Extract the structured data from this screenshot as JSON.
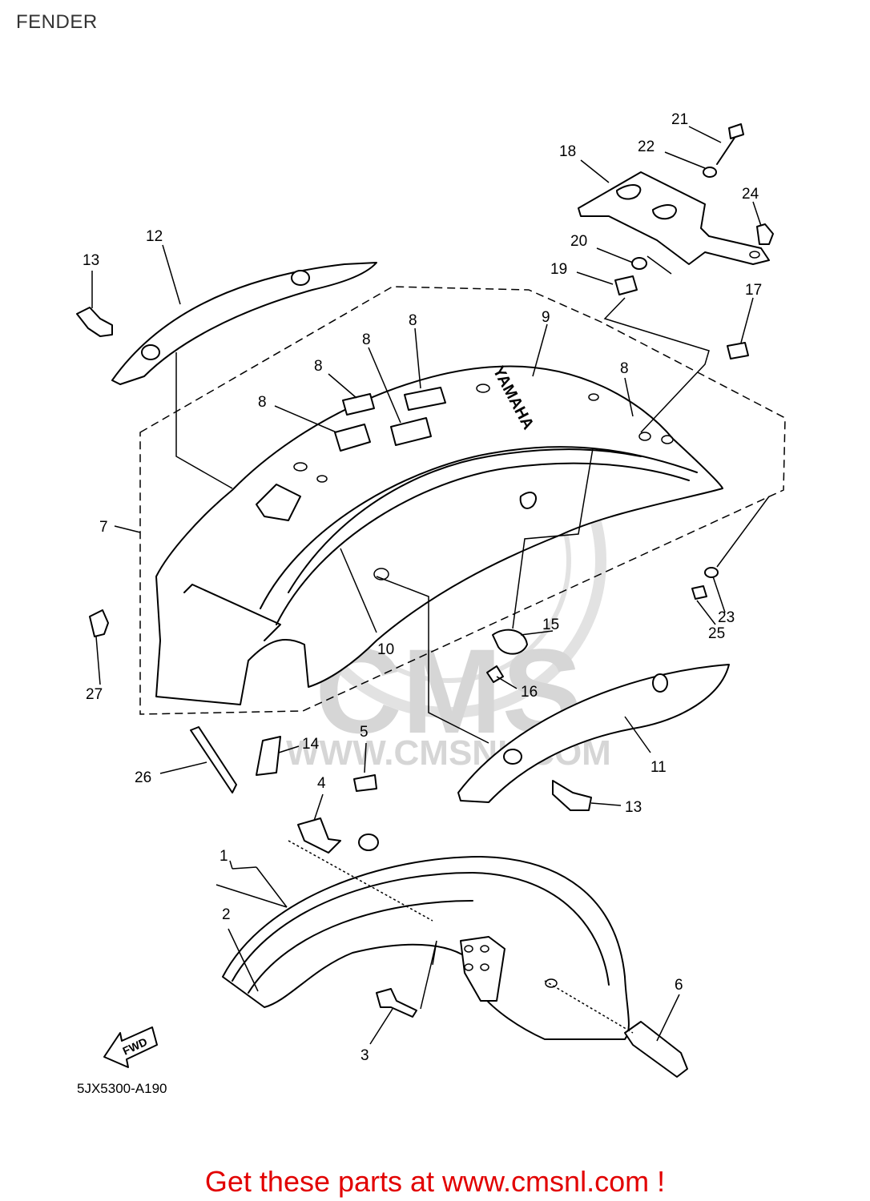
{
  "header": {
    "title": "FENDER"
  },
  "diagram": {
    "callouts": [
      {
        "id": "c1",
        "label": "1"
      },
      {
        "id": "c2",
        "label": "2"
      },
      {
        "id": "c3",
        "label": "3"
      },
      {
        "id": "c4",
        "label": "4"
      },
      {
        "id": "c5",
        "label": "5"
      },
      {
        "id": "c6",
        "label": "6"
      },
      {
        "id": "c7",
        "label": "7"
      },
      {
        "id": "c8a",
        "label": "8"
      },
      {
        "id": "c8b",
        "label": "8"
      },
      {
        "id": "c8c",
        "label": "8"
      },
      {
        "id": "c8d",
        "label": "8"
      },
      {
        "id": "c8e",
        "label": "8"
      },
      {
        "id": "c9",
        "label": "9"
      },
      {
        "id": "c10",
        "label": "10"
      },
      {
        "id": "c11",
        "label": "11"
      },
      {
        "id": "c12",
        "label": "12"
      },
      {
        "id": "c13a",
        "label": "13"
      },
      {
        "id": "c13b",
        "label": "13"
      },
      {
        "id": "c14",
        "label": "14"
      },
      {
        "id": "c15",
        "label": "15"
      },
      {
        "id": "c16",
        "label": "16"
      },
      {
        "id": "c17",
        "label": "17"
      },
      {
        "id": "c18",
        "label": "18"
      },
      {
        "id": "c19",
        "label": "19"
      },
      {
        "id": "c20",
        "label": "20"
      },
      {
        "id": "c21",
        "label": "21"
      },
      {
        "id": "c22",
        "label": "22"
      },
      {
        "id": "c23",
        "label": "23"
      },
      {
        "id": "c24",
        "label": "24"
      },
      {
        "id": "c25",
        "label": "25"
      },
      {
        "id": "c26",
        "label": "26"
      },
      {
        "id": "c27",
        "label": "27"
      }
    ],
    "fender_brand": "YAMAHA",
    "fwd_label": "FWD",
    "watermark_logo": "CMS",
    "watermark_url": "WWW.CMSNL.COM",
    "drawing_code": "5JX5300-A190"
  },
  "footer": {
    "cta": "Get these parts at www.cmsnl.com !"
  },
  "colors": {
    "cta": "#e20000",
    "title": "#333333",
    "watermark": "#d6d6d6"
  }
}
